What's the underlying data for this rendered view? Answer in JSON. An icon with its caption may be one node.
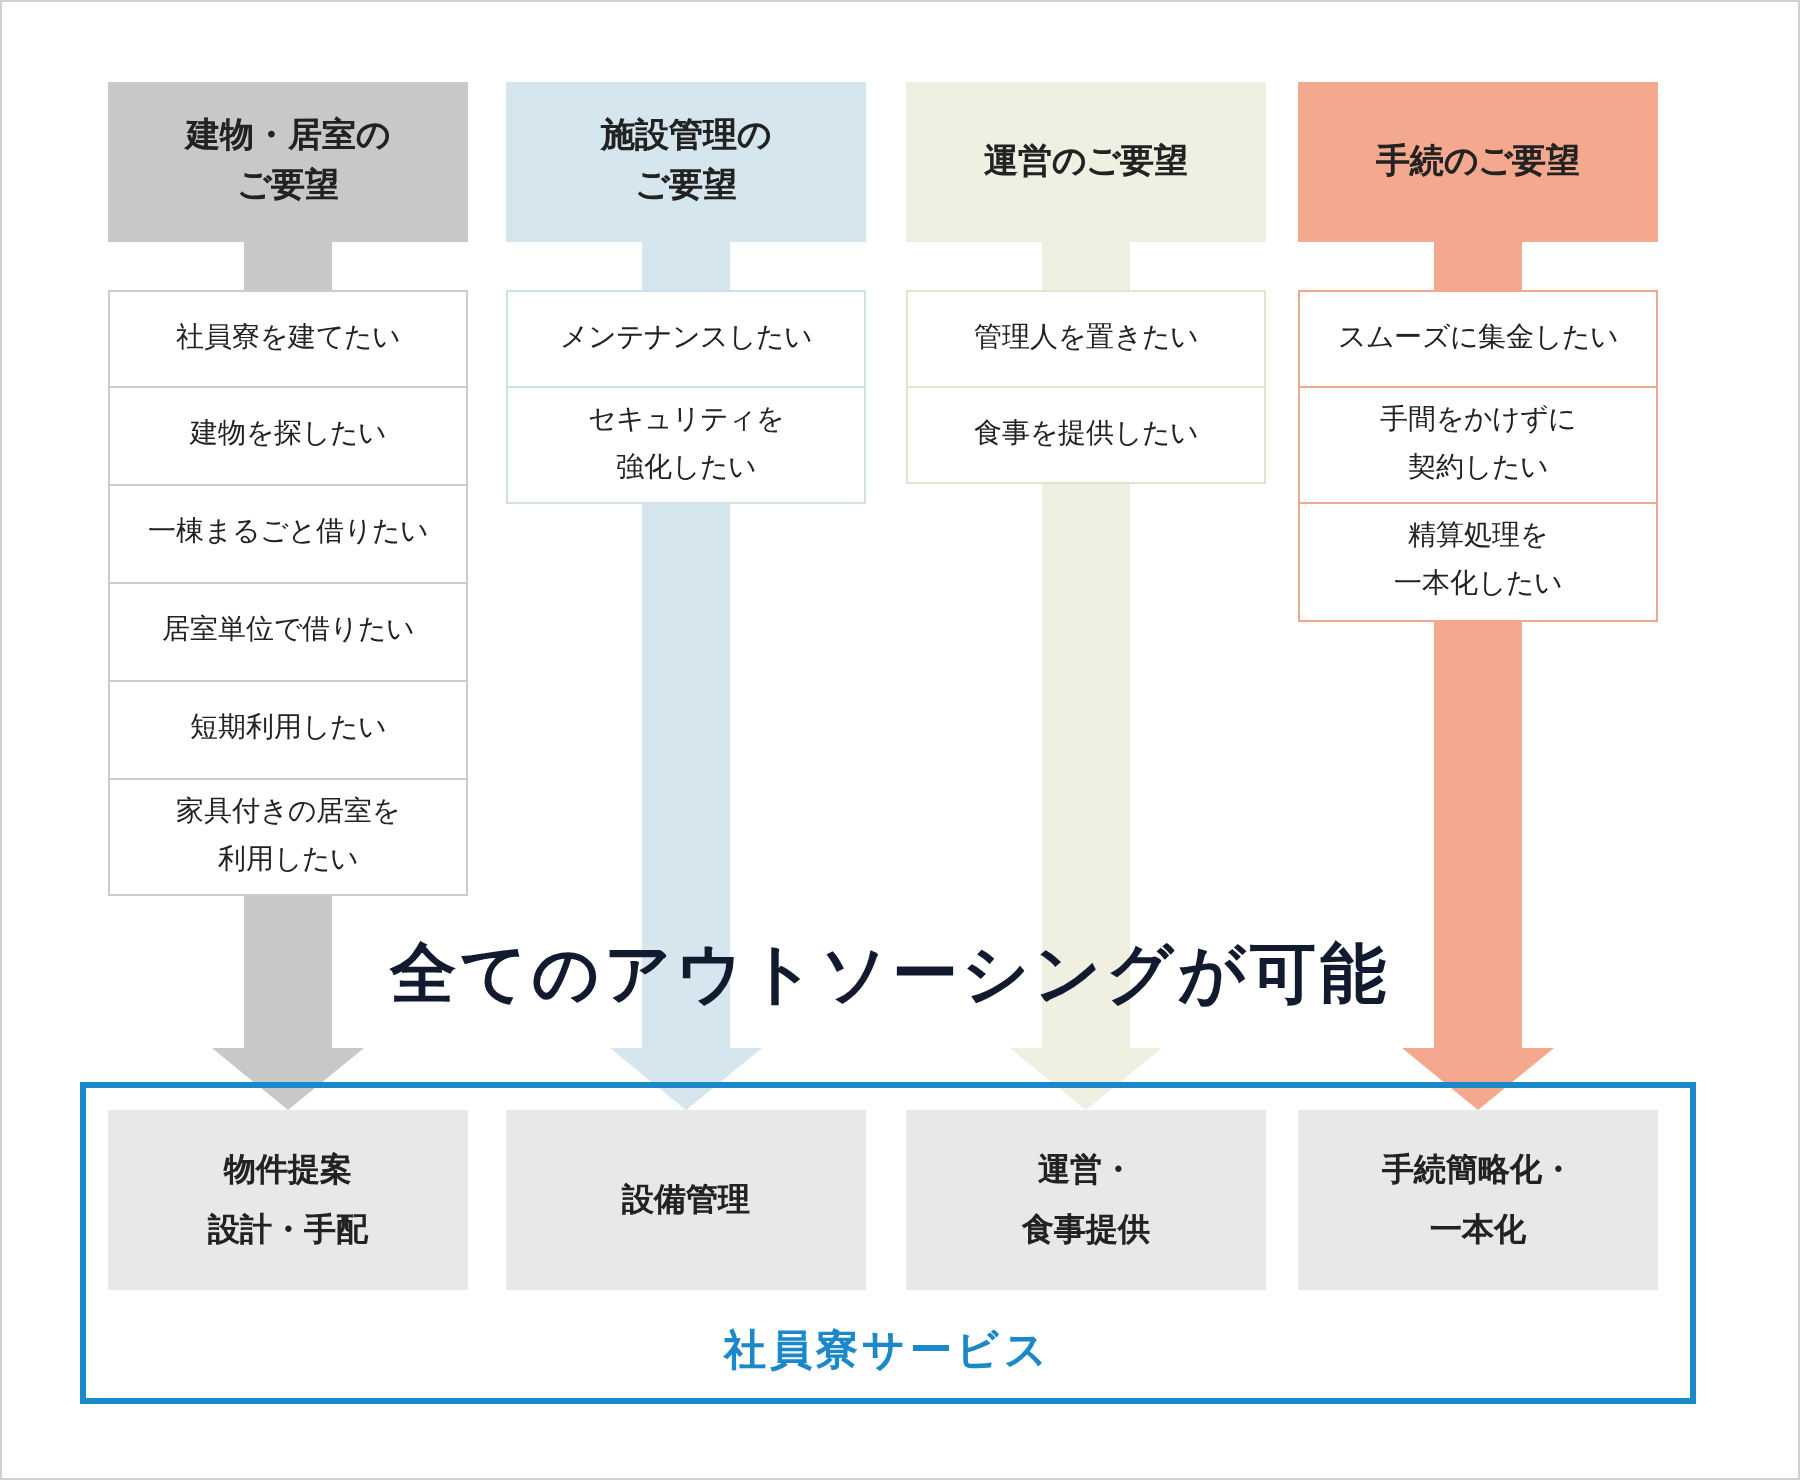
{
  "diagram": {
    "nodes": [
      {
        "text": [
          "建物・居室のご要望"
        ]
      },
      {
        "text": [
          "施設管理のご要望"
        ]
      },
      {
        "text": [
          "運営のご要望"
        ]
      },
      {
        "text": [
          "手続のご要望"
        ]
      },
      {
        "text": [
          "社員寮を建てたい"
        ]
      },
      {
        "text": [
          "建物を探したい"
        ]
      },
      {
        "text": [
          "一棟まるごと借りたい"
        ]
      },
      {
        "text": [
          "居室単位で借りたい"
        ]
      },
      {
        "text": [
          "短期利用したい"
        ]
      },
      {
        "text": [
          "家具付きの居室を利用したい"
        ]
      },
      {
        "text": [
          "メンテナンスしたい"
        ]
      },
      {
        "text": [
          "セキュリティを強化したい"
        ]
      },
      {
        "text": [
          "管理人を置きたい"
        ]
      },
      {
        "text": [
          "食事を提供したい"
        ]
      },
      {
        "text": [
          "スムーズに集金したい"
        ]
      },
      {
        "text": [
          "手間をかけずに契約したい"
        ]
      },
      {
        "text": [
          "精算処理を一本化したい"
        ]
      },
      {
        "text": [
          "社員寮サービス"
        ]
      },
      {
        "text": [
          "物件提案設計・手配"
        ],
        "in": 17
      },
      {
        "text": [
          "設備管理"
        ],
        "in": 17
      },
      {
        "text": [
          "運営・食事提供"
        ],
        "in": 17
      },
      {
        "text": [
          "手続簡略化・一本化"
        ],
        "in": 17
      }
    ],
    "edges": [
      {
        "from": 0,
        "to": 4,
        "arrow": "none",
        "color": "#c8c8c8"
      },
      {
        "from": 1,
        "to": 10,
        "arrow": "none",
        "color": "#d5e6ee"
      },
      {
        "from": 2,
        "to": 12,
        "arrow": "none",
        "color": "#efefe2"
      },
      {
        "from": 3,
        "to": 14,
        "arrow": "none",
        "color": "#f4a98f"
      },
      {
        "from": 9,
        "to": 18,
        "arrow": "to",
        "color": "#c8c8c8"
      },
      {
        "from": 11,
        "to": 19,
        "arrow": "to",
        "color": "#d5e6ee"
      },
      {
        "from": 13,
        "to": 20,
        "arrow": "to",
        "color": "#efefe2"
      },
      {
        "from": 16,
        "to": 21,
        "arrow": "to",
        "color": "#f4a98f"
      }
    ],
    "labels": [
      "全てのアウトソーシングが可能"
    ]
  }
}
